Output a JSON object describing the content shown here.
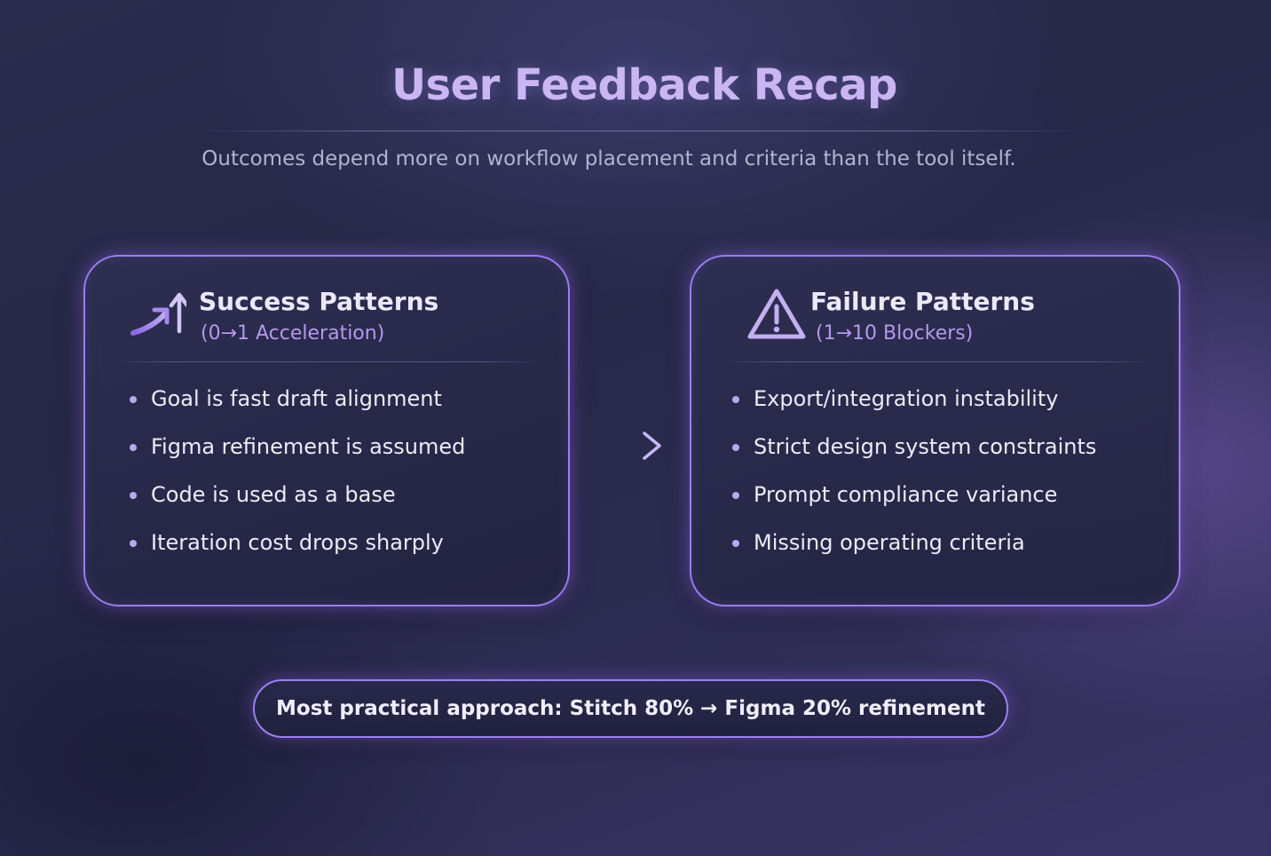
{
  "title": "User Feedback Recap",
  "subtitle": "Outcomes depend more on workflow placement and criteria than the tool itself.",
  "success": {
    "icon": "trending-up-arrow-icon",
    "title": "Success Patterns",
    "caption": "(0→1 Acceleration)",
    "items": [
      "Goal is fast draft alignment",
      "Figma refinement is assumed",
      "Code is used as a base",
      "Iteration cost drops sharply"
    ]
  },
  "failure": {
    "icon": "warning-triangle-icon",
    "title": "Failure Patterns",
    "caption": "(1→10 Blockers)",
    "items": [
      "Export/integration instability",
      "Strict design system constraints",
      "Prompt compliance variance",
      "Missing operating criteria"
    ]
  },
  "connector_icon": "arrow-right-icon",
  "callout": "Most practical approach: Stitch 80% → Figma 20% refinement",
  "colors": {
    "accent": "#9a7ef0",
    "title": "#c9b6f2",
    "caption": "#b599ec",
    "text": "#ecebf6",
    "background": "#2a2c4d"
  }
}
